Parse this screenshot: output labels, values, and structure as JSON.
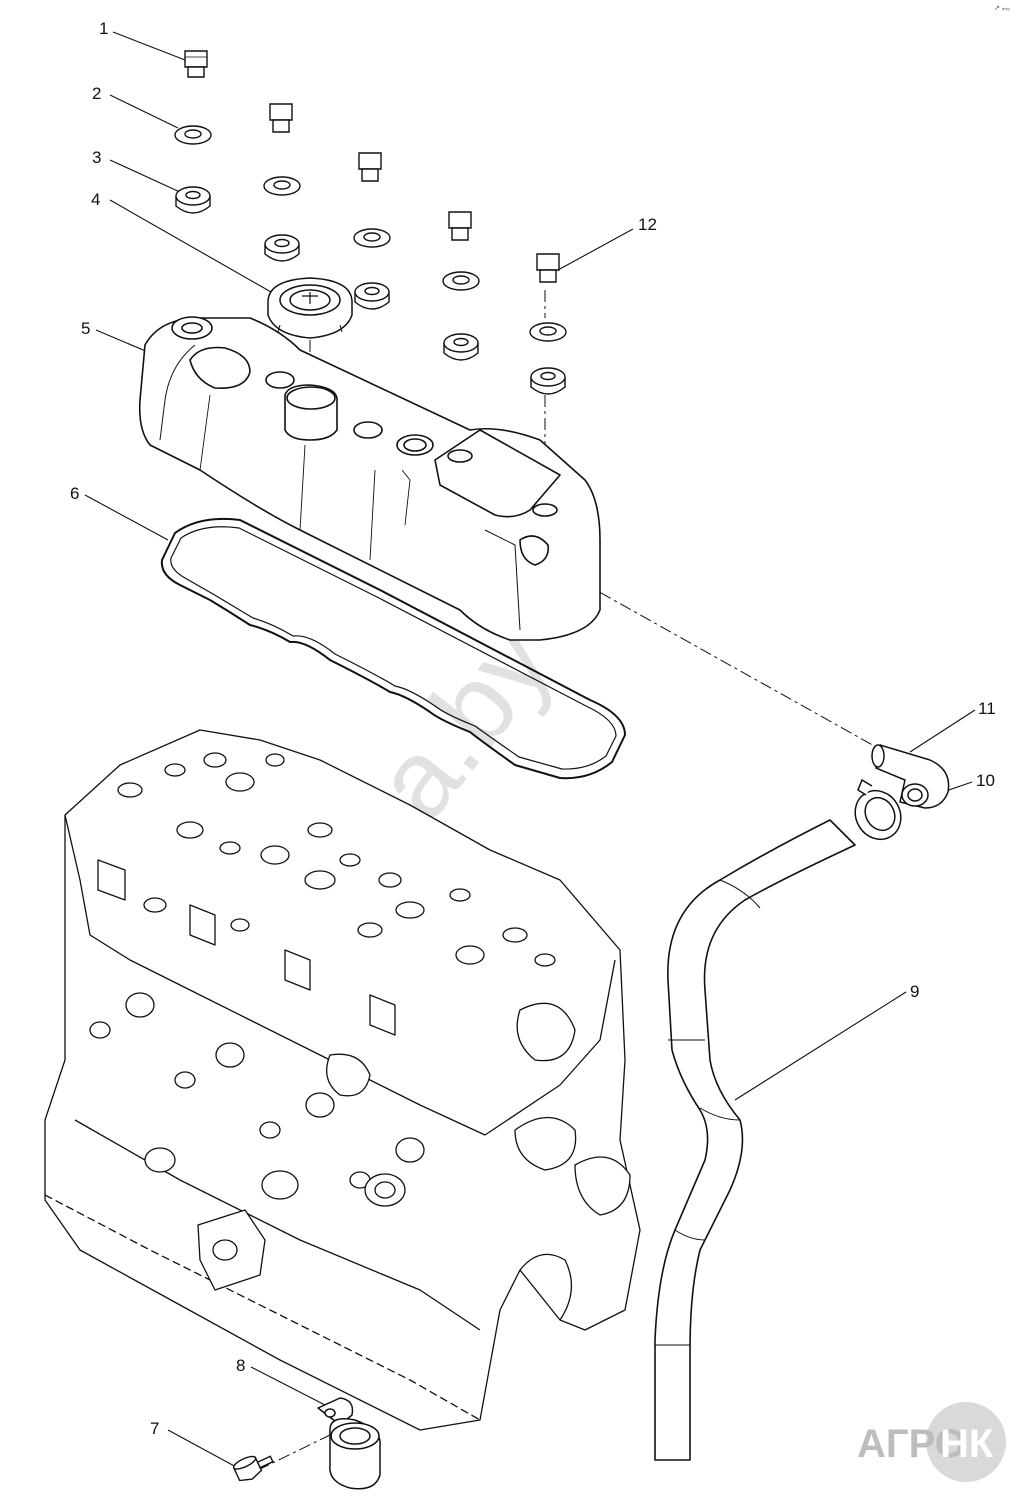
{
  "diagram": {
    "type": "exploded parts diagram",
    "callouts": [
      "1",
      "2",
      "3",
      "4",
      "5",
      "6",
      "7",
      "8",
      "9",
      "10",
      "11",
      "12"
    ]
  },
  "watermark": {
    "text": "ka.by"
  },
  "logo": {
    "left": "АГРО",
    "right": "НК"
  },
  "corner_mark": "↗ ᵢₙᵣₒ"
}
